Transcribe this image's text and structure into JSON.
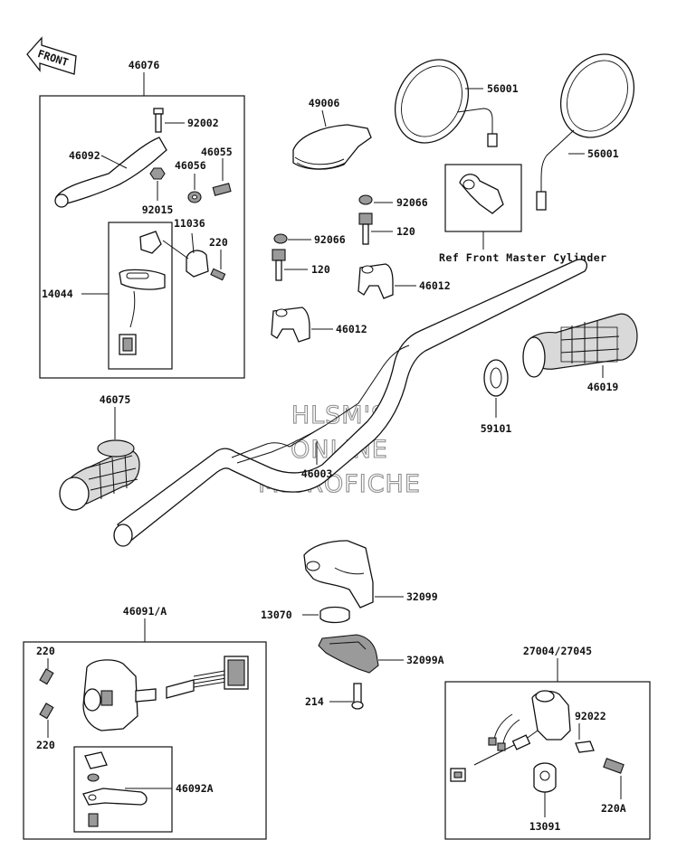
{
  "direction_arrow": {
    "label": "FRONT"
  },
  "watermark": {
    "line1": "HLSM'S",
    "line2": "ONLINE",
    "line3": "MICROFICHE"
  },
  "callouts": {
    "p46076": "46076",
    "p92002": "92002",
    "p46092": "46092",
    "p46055": "46055",
    "p46056": "46056",
    "p92015": "92015",
    "p11036": "11036",
    "p220_top": "220",
    "p14044": "14044",
    "p49006": "49006",
    "p92066_a": "92066",
    "p120_a": "120",
    "p92066_b": "92066",
    "p120_b": "120",
    "p46012_a": "46012",
    "p46012_b": "46012",
    "p56001_a": "56001",
    "p56001_b": "56001",
    "ref_master_cylinder": "Ref Front Master Cylinder",
    "p46019": "46019",
    "p59101": "59101",
    "p46075": "46075",
    "p46003": "46003",
    "p32099": "32099",
    "p13070": "13070",
    "p32099A": "32099A",
    "p214": "214",
    "p46091A": "46091/A",
    "p220_left_a": "220",
    "p220_left_b": "220",
    "p46092A": "46092A",
    "p27004": "27004/27045",
    "p92022": "92022",
    "p220A": "220A",
    "p13091": "13091"
  }
}
